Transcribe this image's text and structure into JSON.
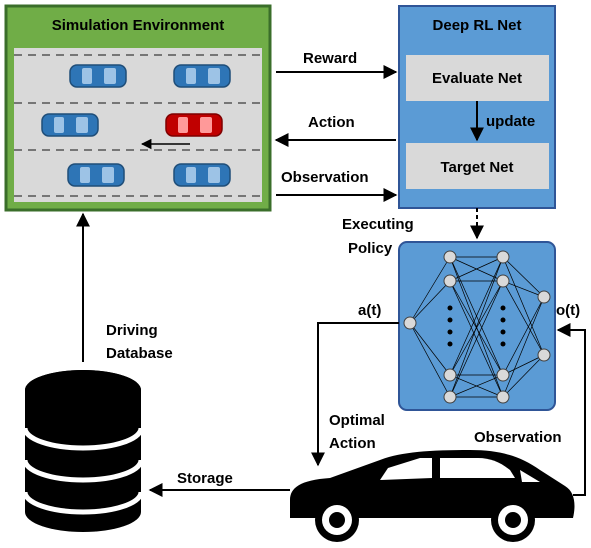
{
  "sim_env": {
    "title": "Simulation Environment"
  },
  "rl_net": {
    "title": "Deep RL Net",
    "evaluate_label": "Evaluate Net",
    "target_label": "Target Net",
    "update_label": "update"
  },
  "edges": {
    "reward": "Reward",
    "action": "Action",
    "observation_top": "Observation",
    "executing_policy_line1": "Executing",
    "executing_policy_line2": "Policy",
    "a_t": "a(t)",
    "o_t": "o(t)",
    "optimal_line1": "Optimal",
    "optimal_line2": "Action",
    "observation_bottom": "Observation",
    "storage": "Storage",
    "driving_db_line1": "Driving",
    "driving_db_line2": "Database"
  },
  "colors": {
    "sim_border": "#3a6e2a",
    "sim_header": "#70ad47",
    "road": "#d9d9d9",
    "rl_panel": "#5b9bd5",
    "rl_inner": "#d9d9d9",
    "policy_panel": "#5b9bd5",
    "car_blue": "#2e75b6",
    "car_red": "#c00000"
  },
  "icons": {
    "database": "database-icon",
    "vehicle": "car-icon",
    "network": "neural-network-icon"
  }
}
